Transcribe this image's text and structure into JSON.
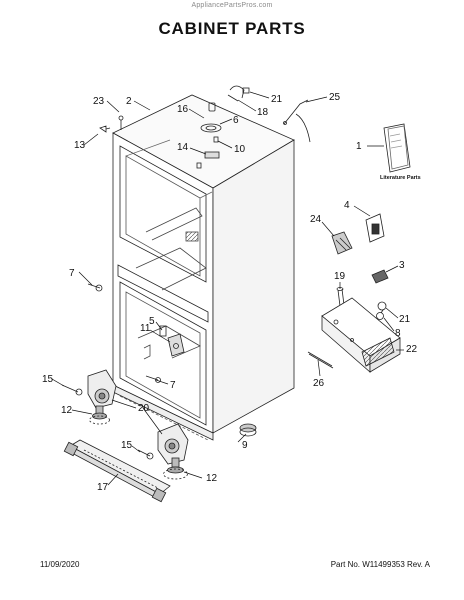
{
  "watermark": "AppliancePartsPros.com",
  "title": "CABINET PARTS",
  "footer": {
    "date": "11/09/2020",
    "part_info": "Part No. W11499353  Rev. A"
  },
  "literature_label": "Literature Parts",
  "callouts": [
    {
      "id": "c1",
      "text": "1"
    },
    {
      "id": "c2",
      "text": "2"
    },
    {
      "id": "c3",
      "text": "3"
    },
    {
      "id": "c4",
      "text": "4"
    },
    {
      "id": "c5",
      "text": "5"
    },
    {
      "id": "c6",
      "text": "6"
    },
    {
      "id": "c7a",
      "text": "7"
    },
    {
      "id": "c7b",
      "text": "7"
    },
    {
      "id": "c8",
      "text": "8"
    },
    {
      "id": "c9",
      "text": "9"
    },
    {
      "id": "c10",
      "text": "10"
    },
    {
      "id": "c11",
      "text": "11"
    },
    {
      "id": "c12a",
      "text": "12"
    },
    {
      "id": "c12b",
      "text": "12"
    },
    {
      "id": "c13",
      "text": "13"
    },
    {
      "id": "c14",
      "text": "14"
    },
    {
      "id": "c15a",
      "text": "15"
    },
    {
      "id": "c15b",
      "text": "15"
    },
    {
      "id": "c16",
      "text": "16"
    },
    {
      "id": "c17",
      "text": "17"
    },
    {
      "id": "c18",
      "text": "18"
    },
    {
      "id": "c19",
      "text": "19"
    },
    {
      "id": "c20",
      "text": "20"
    },
    {
      "id": "c21a",
      "text": "21"
    },
    {
      "id": "c21b",
      "text": "21"
    },
    {
      "id": "c22",
      "text": "22"
    },
    {
      "id": "c23",
      "text": "23"
    },
    {
      "id": "c24",
      "text": "24"
    },
    {
      "id": "c25",
      "text": "25"
    },
    {
      "id": "c26",
      "text": "26"
    }
  ]
}
